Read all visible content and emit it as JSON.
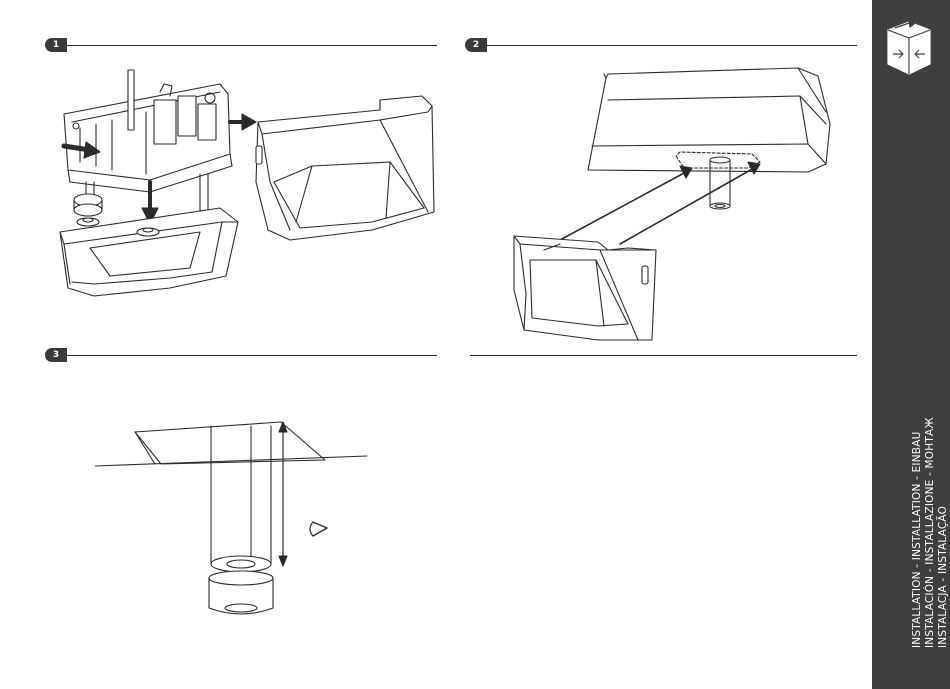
{
  "steps": [
    {
      "number": "1"
    },
    {
      "number": "2"
    },
    {
      "number": "3"
    }
  ],
  "sidebar": {
    "icon": "box-icon",
    "lines": [
      "INSTALLATION - INSTALLATION - EINBAU",
      "INSTALACIÓN - INSTALLAZIONE - МОНТАЖ",
      "INSTALACJA - INSTALAÇÃO"
    ]
  },
  "colors": {
    "sidebar_bg": "#3f3f3f",
    "badge_bg": "#3a3a3a",
    "line_art": "#2b2b2b"
  }
}
